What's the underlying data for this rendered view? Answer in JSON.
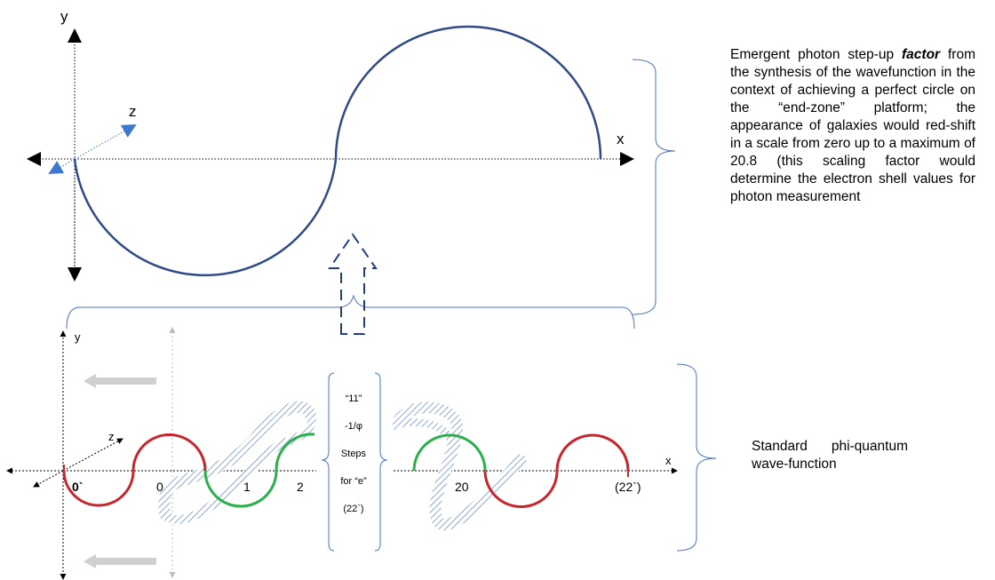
{
  "top_diagram": {
    "axis_y_label": "y",
    "axis_x_label": "x",
    "axis_z_label": "z"
  },
  "top_description": {
    "part1": "Emergent photon step-up",
    "emphasis": "factor",
    "part2": "from the synthesis of the wavefunction in the context of achieving a perfect circle on the “end-zone” platform; the appearance of galaxies would red-shift in a scale from zero up to a maximum of 20.8 (this scaling factor would determine the electron shell values for photon measurement"
  },
  "bottom_diagram": {
    "axis_y_label": "y",
    "axis_x_label": "x",
    "axis_z_label": "z",
    "tick_0_prime": "0`",
    "tick_0": "0",
    "tick_1": "1",
    "tick_2": "2",
    "tick_20": "20",
    "tick_22": "(22`)",
    "steps_box": [
      "“11”",
      "-1/φ",
      "Steps",
      "for “e”",
      "(22`)"
    ]
  },
  "bottom_description": "Standard phi-quantum wave-function",
  "colors": {
    "top_wave": "#2f4a8a",
    "red_wave": "#c8242b",
    "green_wave": "#2bb04a",
    "hatched_wave": "#8fa8d8",
    "bracket": "#4a72c4",
    "z_axis": "#3c78d0",
    "grey_arrow": "#c8c8c8"
  }
}
